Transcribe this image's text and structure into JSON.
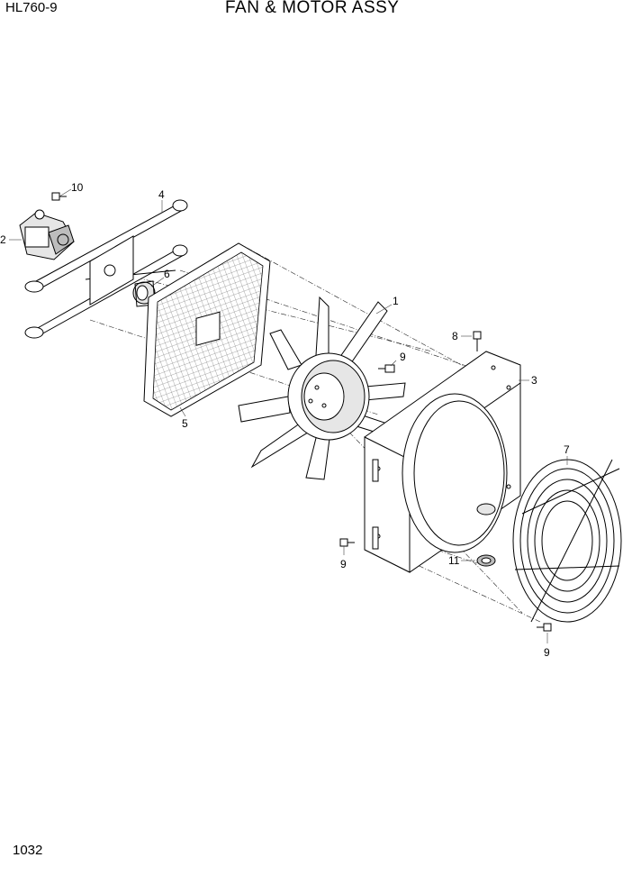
{
  "header": {
    "model": "HL760-9",
    "title": "FAN & MOTOR ASSY"
  },
  "footer": {
    "page_number": "1032"
  },
  "callouts": {
    "c1": "1",
    "c2": "2",
    "c3": "3",
    "c4": "4",
    "c5": "5",
    "c6": "6",
    "c7": "7",
    "c8": "8",
    "c9a": "9",
    "c9b": "9",
    "c9c": "9",
    "c10": "10",
    "c11": "11"
  }
}
